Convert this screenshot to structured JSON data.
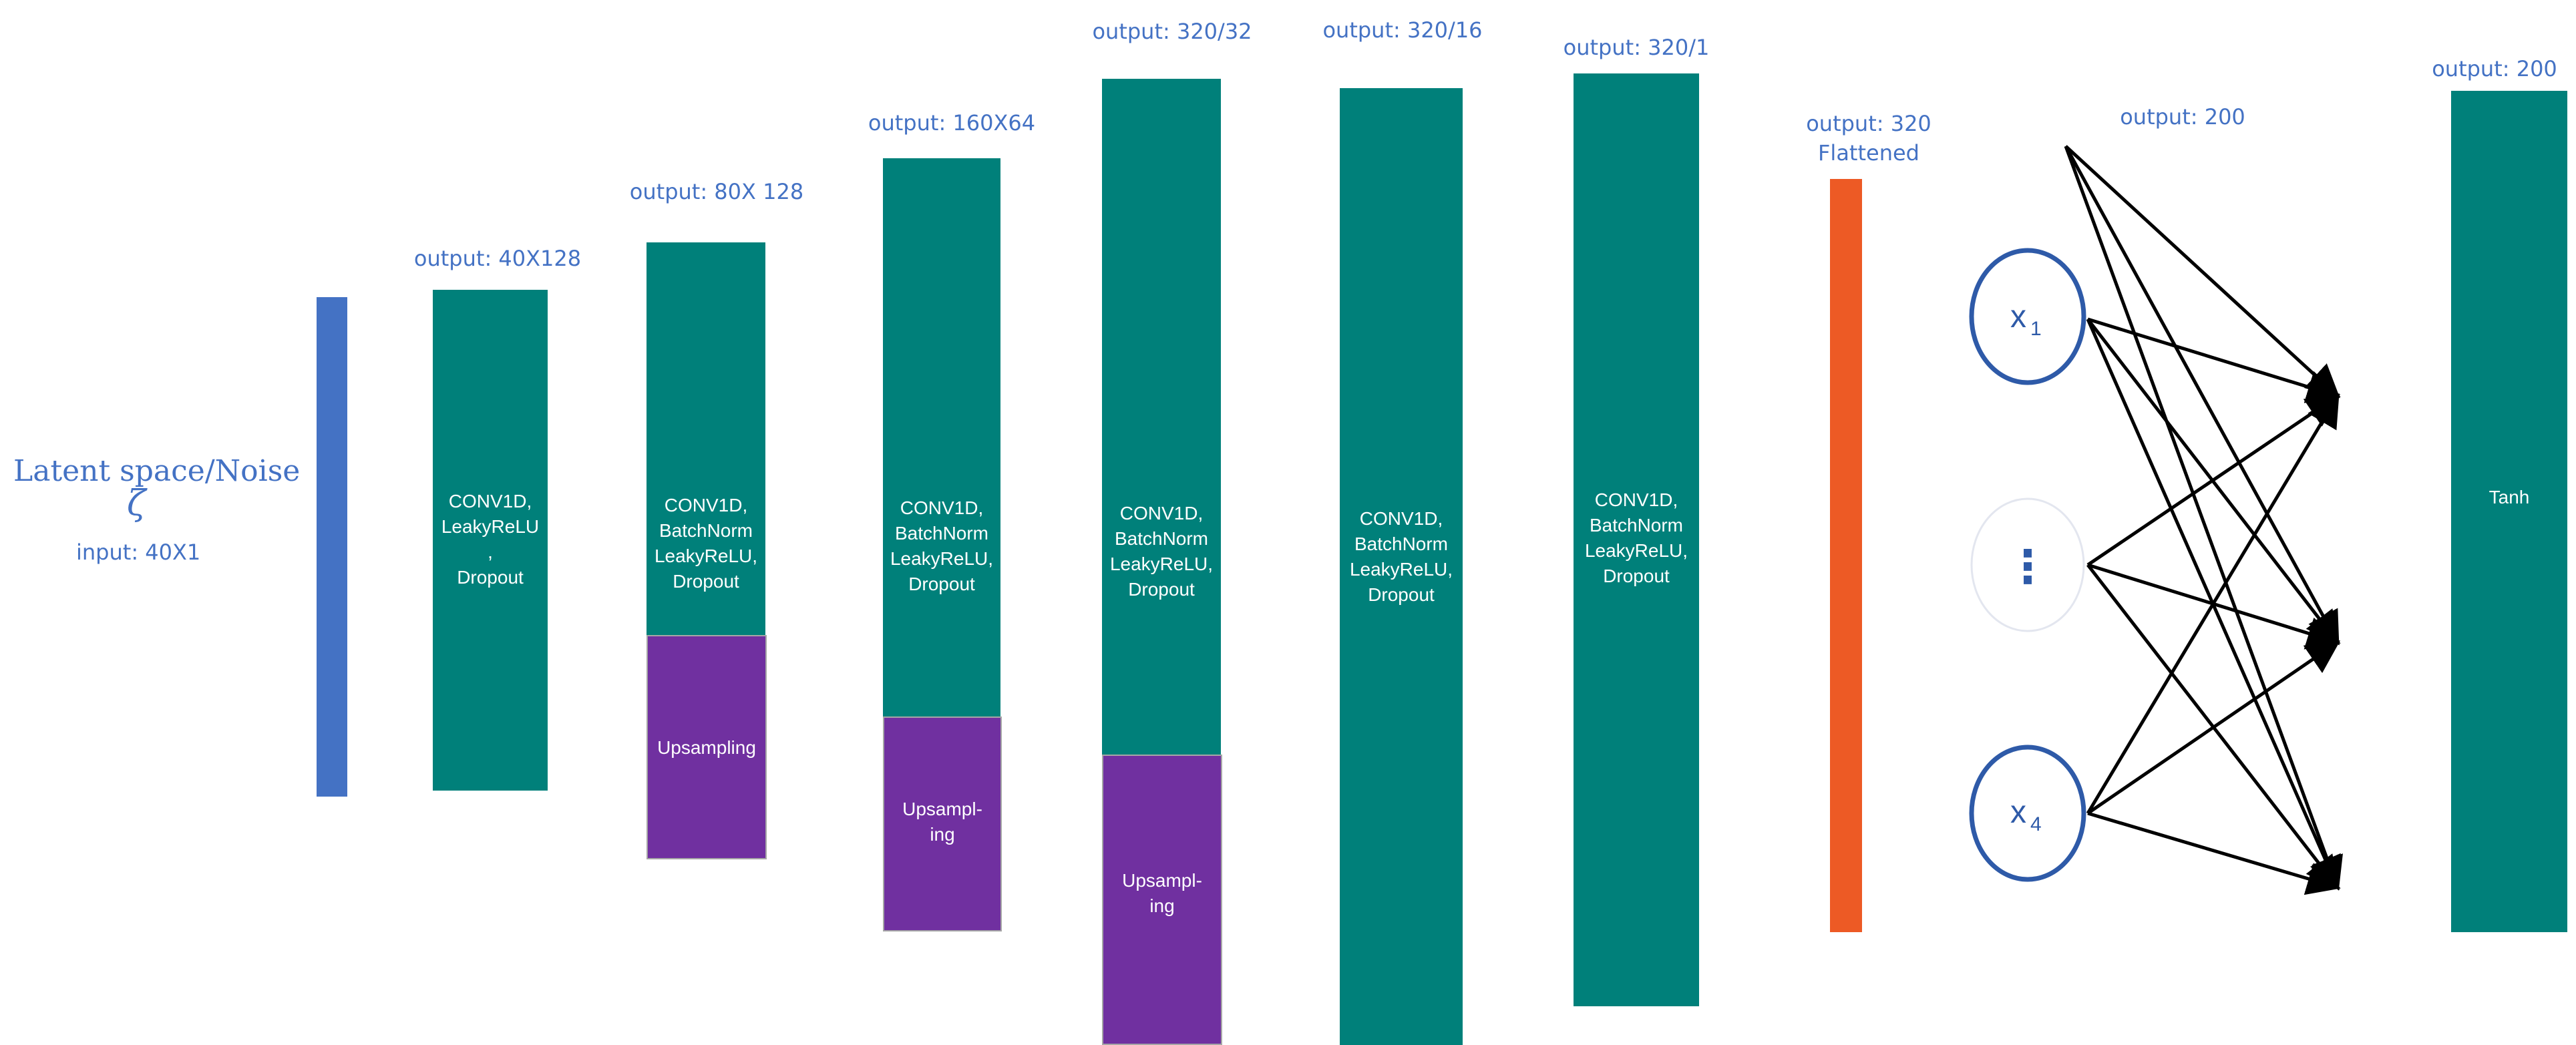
{
  "input": {
    "title": "Latent space/Noise",
    "symbol": "ζ",
    "size_label": "input:  40X1"
  },
  "layers": [
    {
      "output": "output: 40X128",
      "main_label": "CONV1D,\nLeakyReLU\n,\nDropout"
    },
    {
      "output": "output: 80X 128",
      "main_label": "CONV1D,\nBatchNorm\nLeakyReLU,\nDropout",
      "sub_label": "Upsampling"
    },
    {
      "output": "output: 160X64",
      "main_label": "CONV1D,\nBatchNorm\nLeakyReLU,\nDropout",
      "sub_label": "Upsampl-\ning"
    },
    {
      "output": "output: 320/32",
      "main_label": "CONV1D,\nBatchNorm\nLeakyReLU,\nDropout",
      "sub_label": "Upsampl-\ning"
    },
    {
      "output": "output: 320/16",
      "main_label": "CONV1D,\nBatchNorm\nLeakyReLU,\nDropout"
    },
    {
      "output": "output: 320/1",
      "main_label": "CONV1D,\nBatchNorm\nLeakyReLU,\nDropout"
    }
  ],
  "flatten": {
    "output_line1": "output: 320",
    "output_line2": "Flattened"
  },
  "dense": {
    "output": "output: 200",
    "nodes": [
      {
        "label": "x",
        "sub": "1"
      },
      {
        "label": "⋮"
      },
      {
        "label": "x",
        "sub": "4"
      }
    ]
  },
  "final": {
    "output": "output: 200",
    "label": "Tanh"
  },
  "colors": {
    "teal": "#00807a",
    "purple": "#7030a0",
    "blue": "#4472c4",
    "orange": "#ed5a25",
    "label_blue": "#4472c4",
    "node_border": "#2e5aa8",
    "arrow": "#000000"
  }
}
